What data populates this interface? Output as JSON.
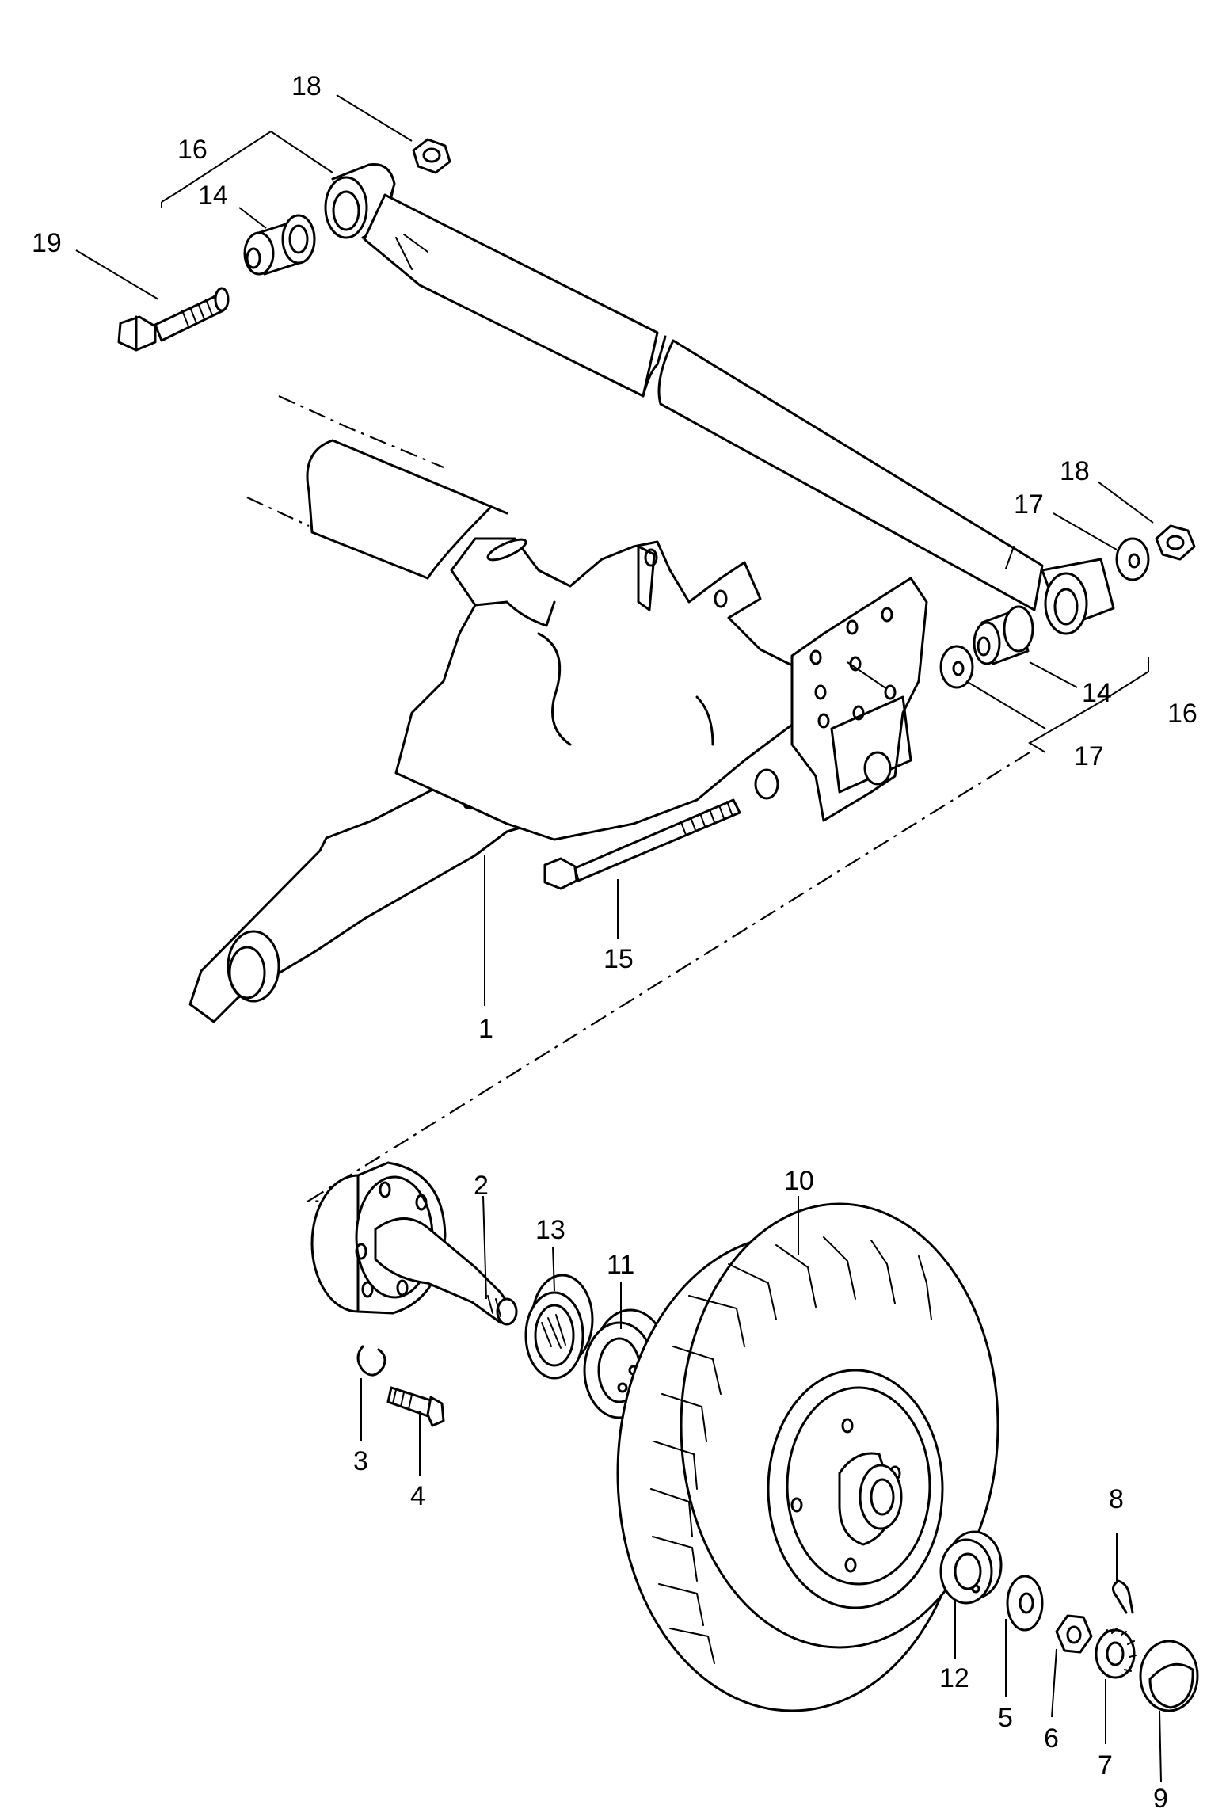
{
  "callouts": {
    "c1": "1",
    "c2": "2",
    "c3": "3",
    "c4": "4",
    "c5": "5",
    "c6": "6",
    "c7": "7",
    "c8": "8",
    "c9": "9",
    "c10": "10",
    "c11": "11",
    "c12": "12",
    "c13": "13",
    "c14a": "14",
    "c14b": "14",
    "c15": "15",
    "c16a": "16",
    "c16b": "16",
    "c17a": "17",
    "c17b": "17",
    "c18a": "18",
    "c18b": "18",
    "c19": "19"
  }
}
